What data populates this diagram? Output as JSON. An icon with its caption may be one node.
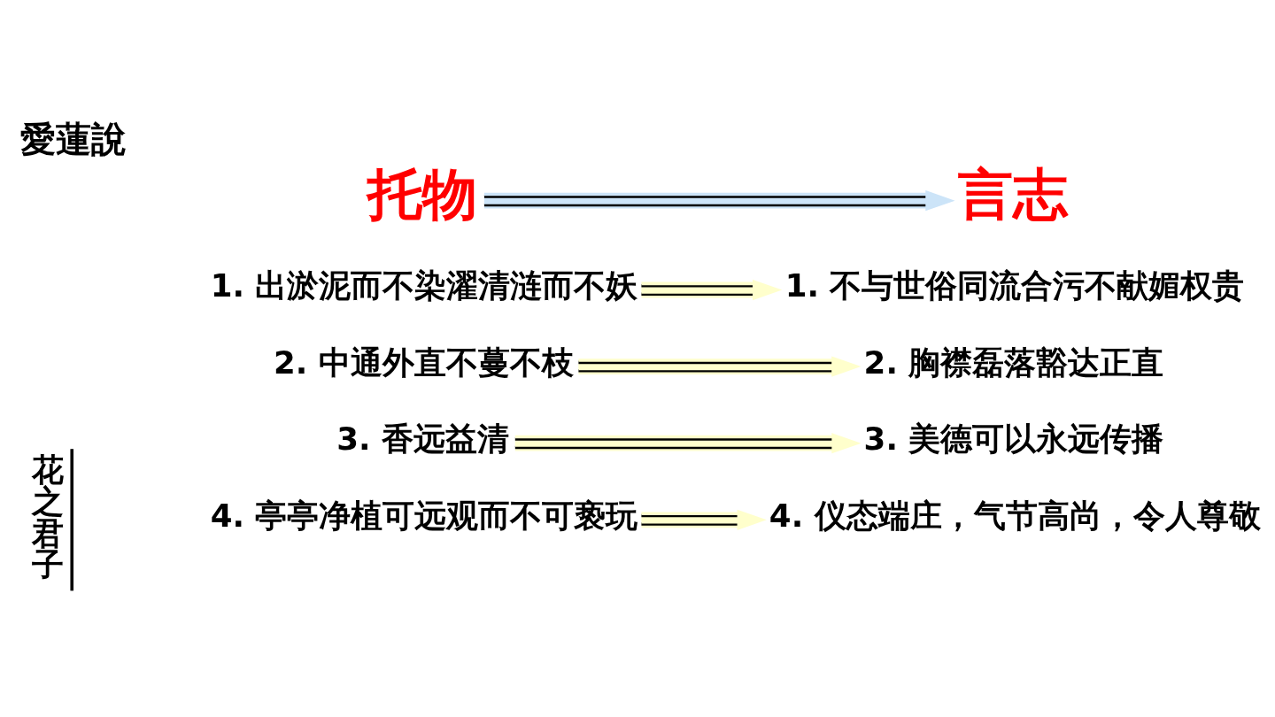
{
  "diagram": {
    "title": "愛蓮說",
    "nodes": [
      {
        "text": [
          "托物"
        ]
      },
      {
        "text": [
          "言志"
        ]
      },
      {
        "text": [
          "1. 出淤泥而不染濯清涟而不妖"
        ]
      },
      {
        "text": [
          "1. 不与世俗同流合污不献媚权贵"
        ]
      },
      {
        "text": [
          "2. 中通外直不蔓不枝"
        ]
      },
      {
        "text": [
          "2. 胸襟磊落豁达正直"
        ]
      },
      {
        "text": [
          "3. 香远益清"
        ]
      },
      {
        "text": [
          "3. 美德可以永远传播"
        ]
      },
      {
        "text": [
          "4. 亭亭净植可远观而不可亵玩"
        ]
      },
      {
        "text": [
          "4. 仪态端庄，气节高尚，令人尊敬"
        ]
      }
    ],
    "edges": [
      {
        "from": 0,
        "to": 1,
        "arrow": "to",
        "color": "#cce4f8"
      },
      {
        "from": 2,
        "to": 3,
        "arrow": "to"
      },
      {
        "from": 4,
        "to": 5,
        "arrow": "to"
      },
      {
        "from": 6,
        "to": 7,
        "arrow": "to"
      },
      {
        "from": 8,
        "to": 9,
        "arrow": "to"
      }
    ],
    "labels": [
      "花之君子"
    ]
  }
}
